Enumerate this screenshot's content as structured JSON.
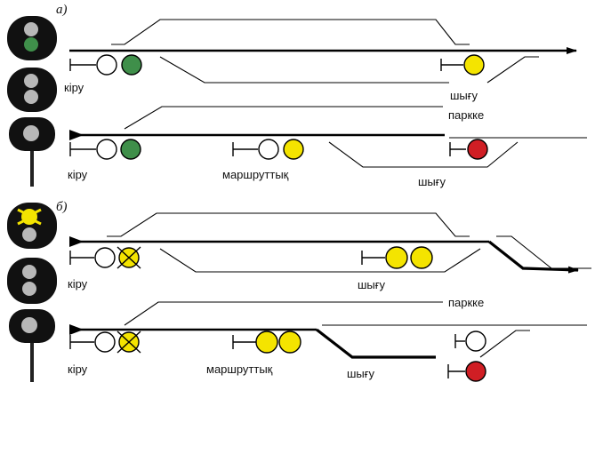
{
  "panels": [
    {
      "letter": "а)",
      "upper_track": {
        "entry_label": "кіру",
        "exit_label": "шығу"
      },
      "lower_track": {
        "entry_label": "кіру",
        "route_label": "маршруттық",
        "exit_label": "шығу"
      },
      "park_label": "паркке"
    },
    {
      "letter": "б)",
      "upper_track": {
        "entry_label": "кіру",
        "exit_label": "шығу"
      },
      "lower_track": {
        "entry_label": "кіру",
        "route_label": "маршруттық",
        "exit_label": "шығу"
      },
      "park_label": "паркке"
    }
  ],
  "colors": {
    "green": "#3f8f4a",
    "yellow": "#f4e400",
    "red": "#d01e24",
    "white": "#ffffff",
    "mast_lamp_off": "#b8b8b8",
    "mast_body": "#111111"
  }
}
